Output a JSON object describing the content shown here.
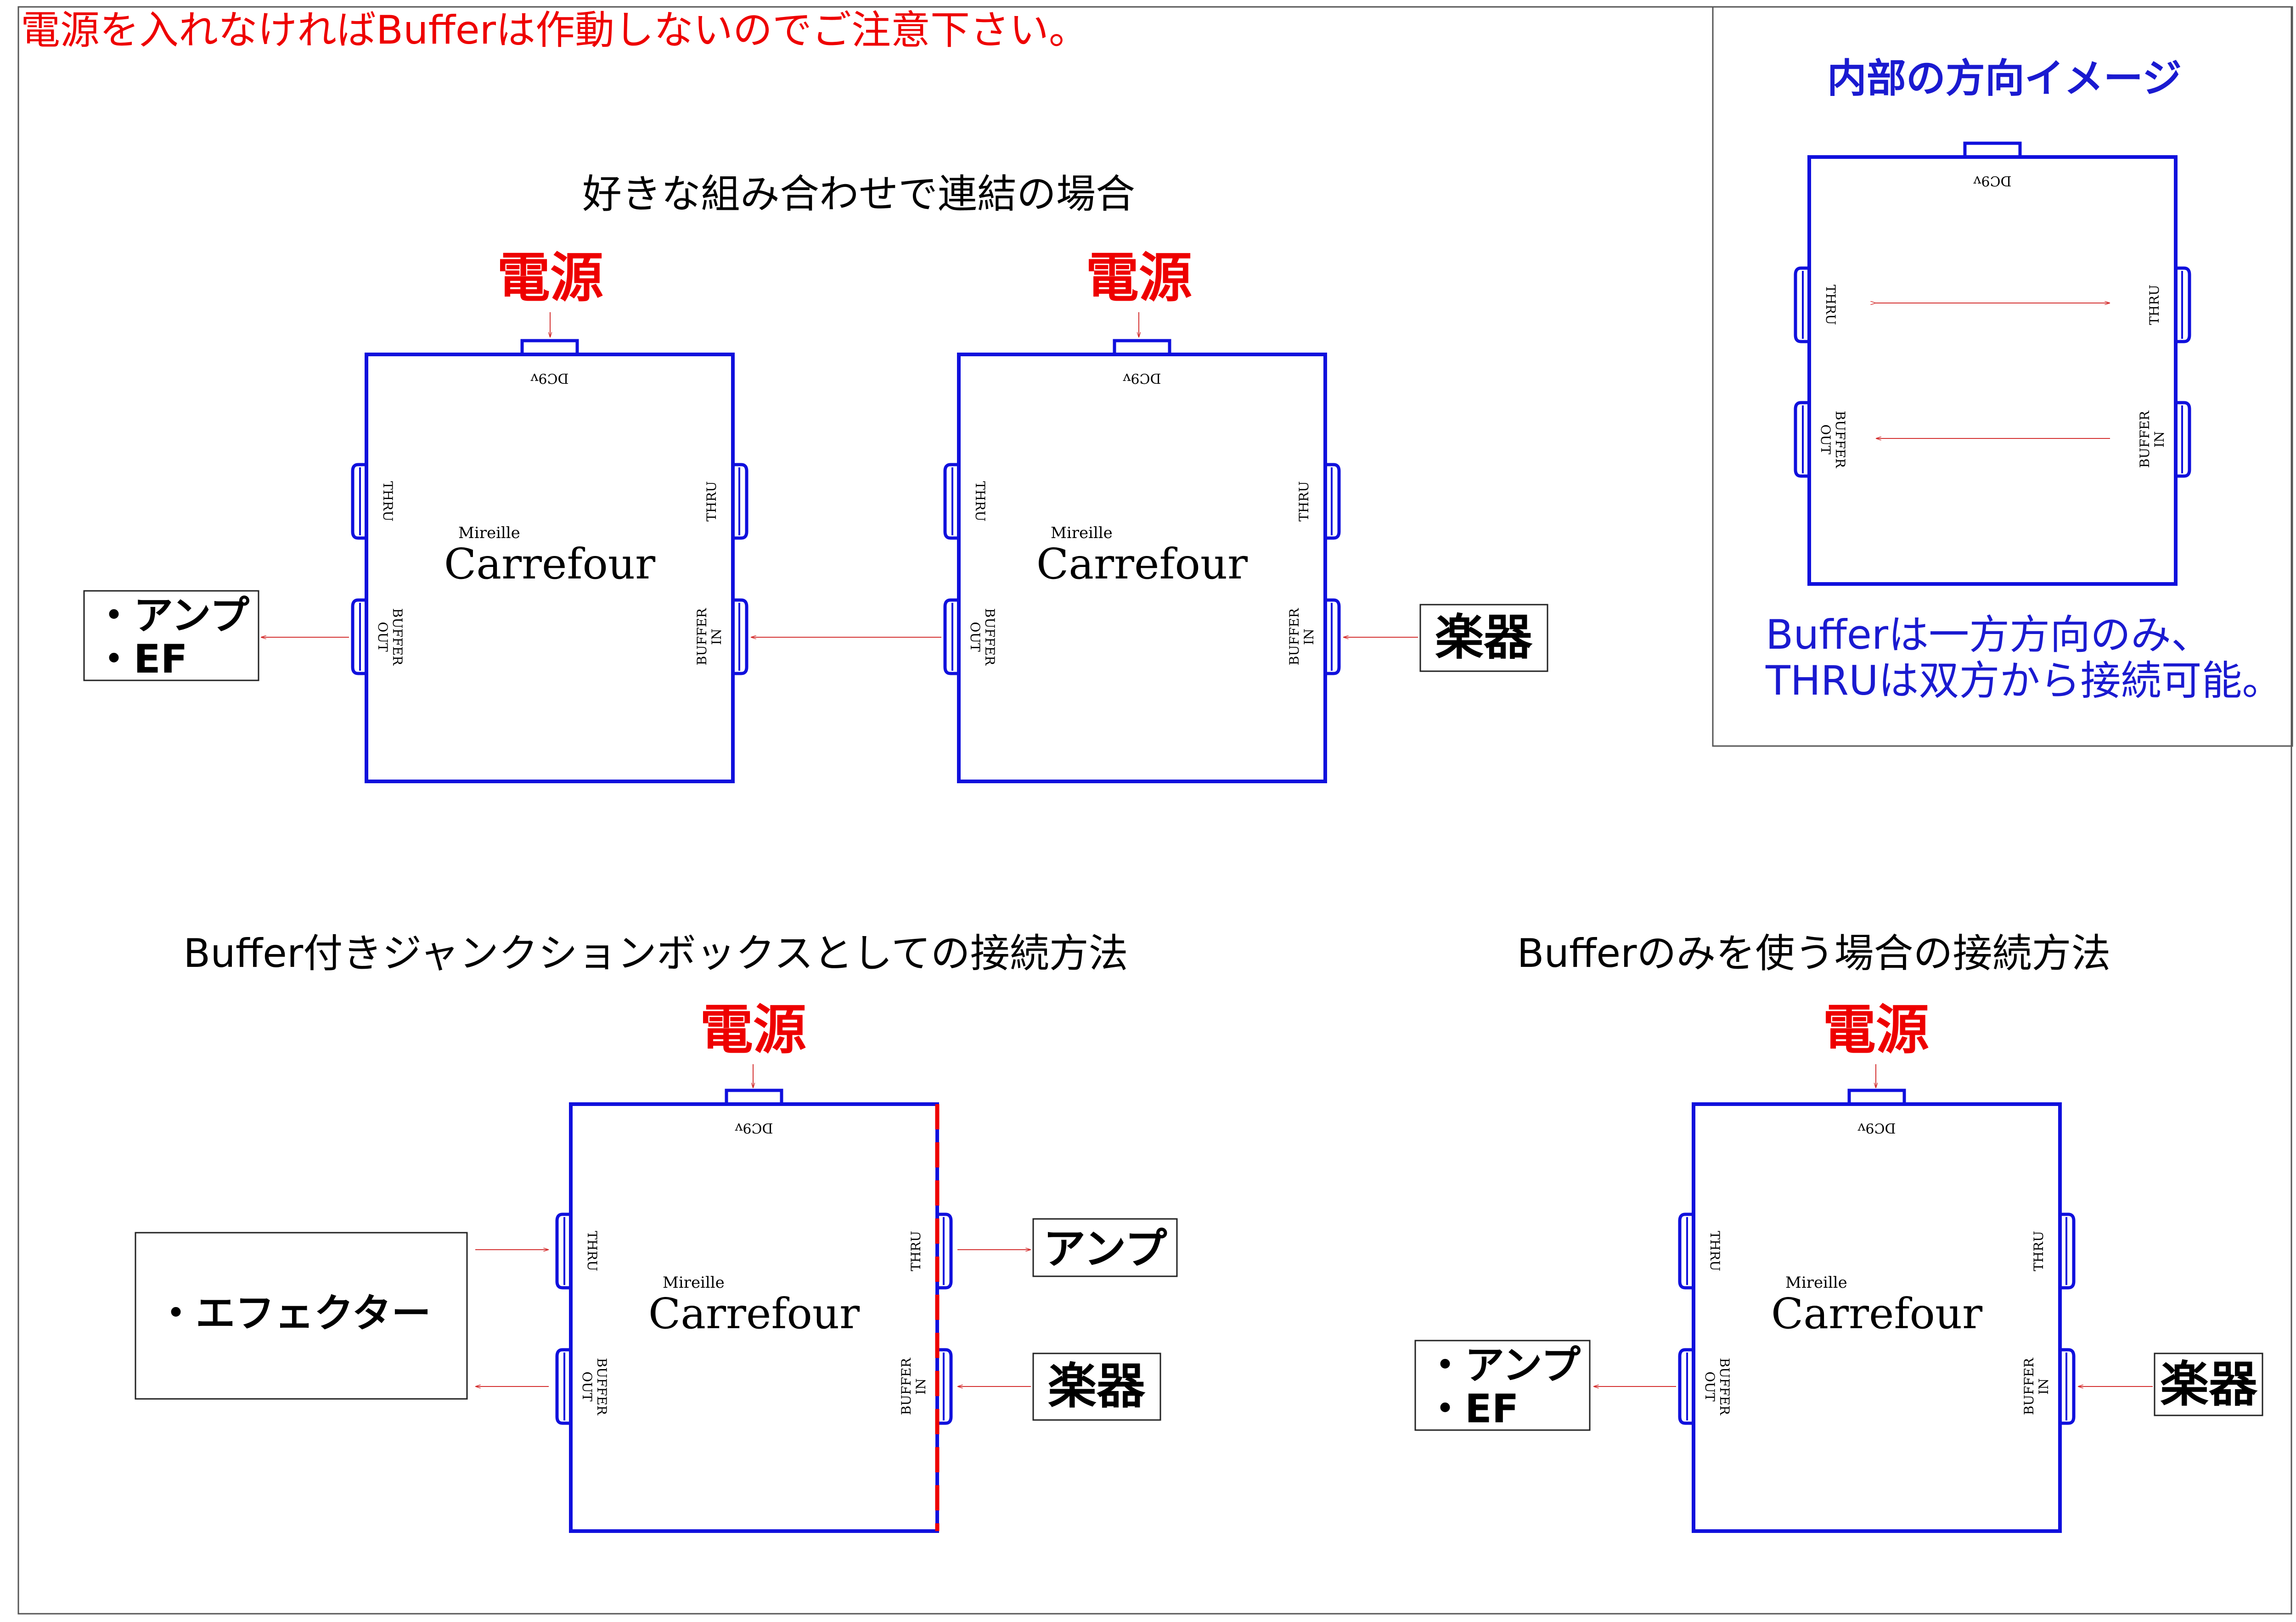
{
  "warning": "電源を入れなければBufferは作動しないのでご注意下さい。",
  "colors": {
    "box": "#1010dd",
    "arrow": "#d43030",
    "warning": "#ee0000",
    "blue_text": "#1a1ad0",
    "black": "#000000",
    "dash_red": "#ee0000"
  },
  "device": {
    "brand_small": "Mireille",
    "brand_large": "Carrefour",
    "dc": "DC9v",
    "thru": "THRU",
    "buffer_out": "BUFFER\nOUT",
    "buffer_in": "BUFFER\nIN"
  },
  "sections": {
    "chain_title": "好きな組み合わせで連結の場合",
    "junction_title": "Buffer付きジャンクションボックスとしての接続方法",
    "buffer_only_title": "Bufferのみを使う場合の接続方法"
  },
  "labels": {
    "power": "電源",
    "instrument": "楽器",
    "amp_ef_line1": "・アンプ",
    "amp_ef_line2": "・EF",
    "effector": "・エフェクター",
    "amp": "アンプ"
  },
  "inset": {
    "title": "内部の方向イメージ",
    "note_line1": "Bufferは一方方向のみ、",
    "note_line2": "THRUは双方から接続可能。"
  }
}
